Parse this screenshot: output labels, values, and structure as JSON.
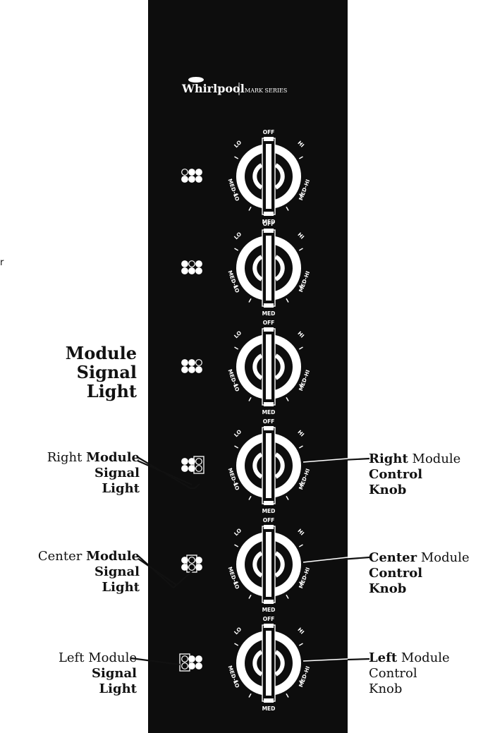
{
  "brand": {
    "name": "Whirlpool",
    "series": "MARK SERIES"
  },
  "dial_labels": {
    "off": "OFF",
    "lo": "LO",
    "hi": "HI",
    "med_lo": "MED-LO",
    "med_hi": "MED-HI",
    "med": "MED"
  },
  "stray_mark": "r",
  "controls": [
    {
      "id": "module-1",
      "signal_light_lit": [
        0,
        0,
        0,
        0,
        0,
        0
      ],
      "signal_light_open": [
        1,
        0,
        0,
        0,
        0,
        0
      ]
    },
    {
      "id": "module-2",
      "signal_light_open": [
        0,
        1,
        0,
        0,
        0,
        0
      ]
    },
    {
      "id": "module-3",
      "signal_light_open": [
        0,
        0,
        1,
        0,
        0,
        0
      ]
    },
    {
      "id": "module-4",
      "signal_light_open": [
        0,
        0,
        1,
        0,
        0,
        1
      ]
    },
    {
      "id": "module-5",
      "signal_light_open": [
        0,
        1,
        0,
        0,
        1,
        0
      ]
    },
    {
      "id": "module-6",
      "signal_light_open": [
        1,
        0,
        0,
        1,
        0,
        0
      ]
    }
  ],
  "callouts": {
    "module_signal_light": {
      "line1": "Module",
      "line2": "Signal",
      "line3": "Light"
    },
    "right_signal": {
      "word1": "Right",
      "word2": "Module",
      "line2": "Signal",
      "line3": "Light"
    },
    "center_signal": {
      "word1": "Center",
      "word2": "Module",
      "line2": "Signal",
      "line3": "Light"
    },
    "left_signal": {
      "word1": "Left",
      "word2": "Module",
      "line2": "Signal",
      "line3": "Light"
    },
    "right_knob": {
      "word1": "Right",
      "word2": "Module",
      "line2": "Control",
      "line3": "Knob"
    },
    "center_knob": {
      "word1": "Center",
      "word2": "Module",
      "line2": "Control",
      "line3": "Knob"
    },
    "left_knob": {
      "word1": "Left",
      "word2": "Module",
      "line2": "Control",
      "line3": "Knob"
    }
  },
  "colors": {
    "panel": "#0d0d0d",
    "ink": "#111111",
    "white": "#ffffff"
  }
}
